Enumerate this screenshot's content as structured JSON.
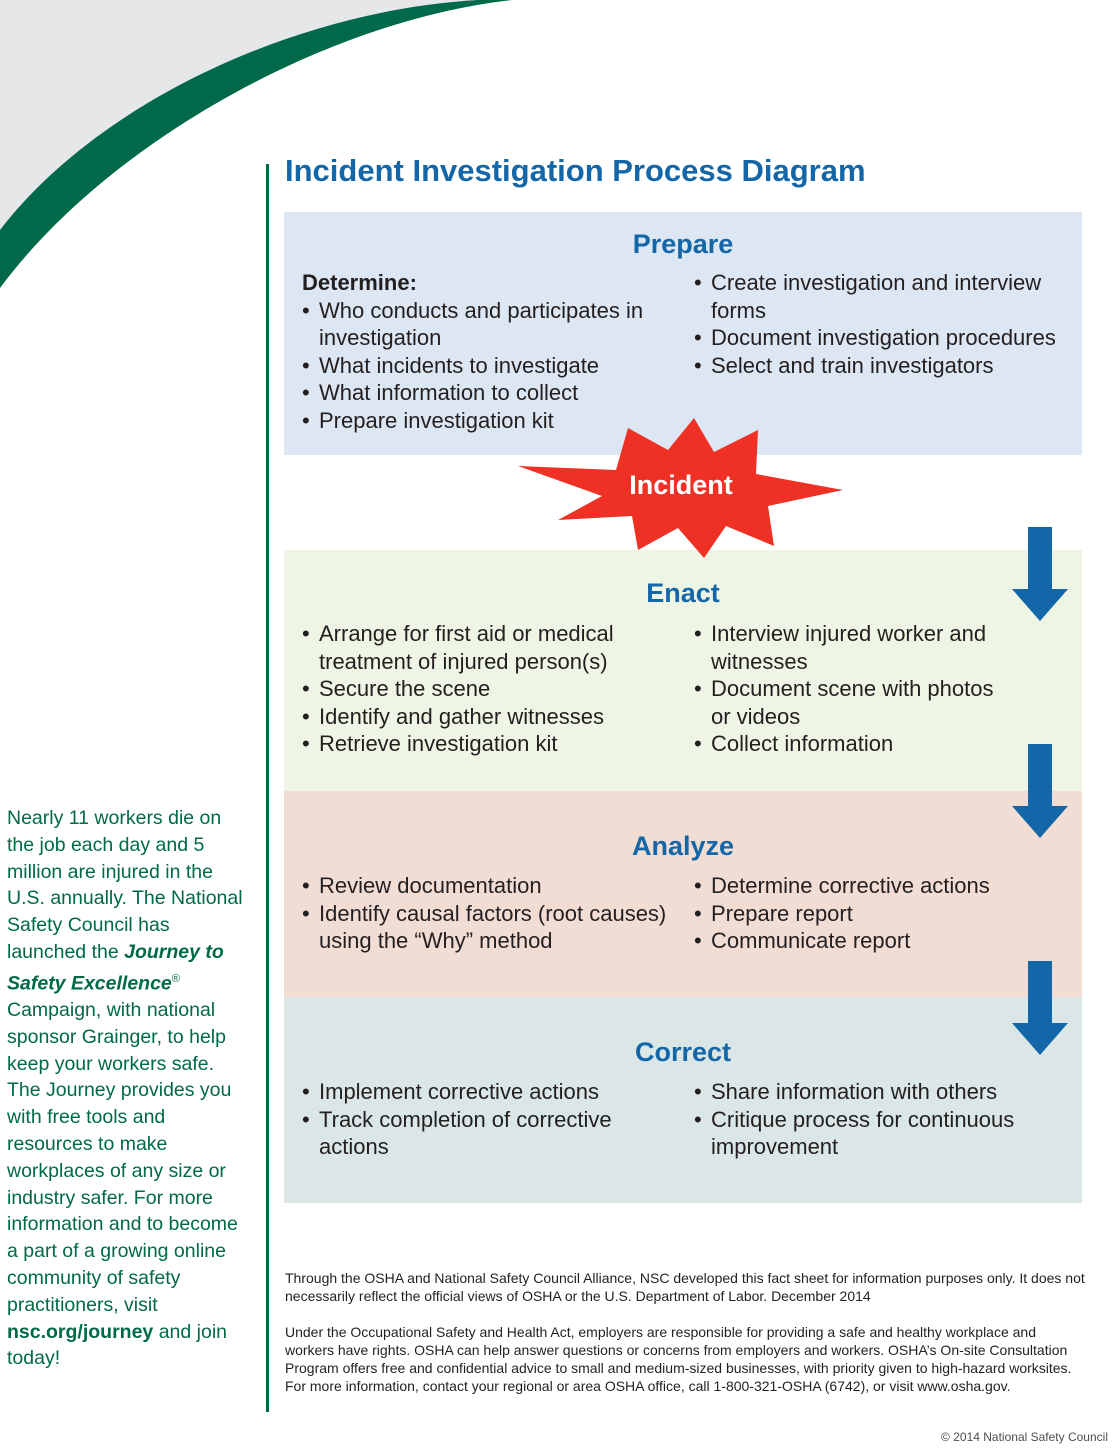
{
  "title": "Incident Investigation Process Diagram",
  "colors": {
    "blue": "#1367a8",
    "green": "#00694a",
    "gray": "#e6e7e8",
    "prepare_bg": "#dde6f3",
    "enact_bg": "#eff5e4",
    "analyze_bg": "#f2ddd5",
    "correct_bg": "#dae7e6",
    "incident_red": "#ee3124"
  },
  "prepare": {
    "title": "Prepare",
    "determine_label": "Determine:",
    "left": [
      "Who conducts and participates in investigation",
      "What incidents to investigate",
      "What information to collect",
      "Prepare investigation kit"
    ],
    "right": [
      "Create investigation and interview forms",
      "Document investigation procedures",
      "Select and train investigators"
    ]
  },
  "incident": {
    "label": "Incident"
  },
  "enact": {
    "title": "Enact",
    "left": [
      "Arrange for first aid or medical treatment of injured person(s)",
      "Secure the scene",
      "Identify and gather witnesses",
      "Retrieve investigation kit"
    ],
    "right": [
      "Interview injured worker and witnesses",
      "Document scene with photos or videos",
      "Collect information"
    ]
  },
  "analyze": {
    "title": "Analyze",
    "left": [
      "Review documentation",
      "Identify causal factors (root causes) using the “Why” method"
    ],
    "right": [
      "Determine corrective actions",
      "Prepare report",
      "Communicate report"
    ]
  },
  "correct": {
    "title": "Correct",
    "left": [
      "Implement corrective actions",
      "Track completion of corrective actions"
    ],
    "right": [
      "Share information with others",
      "Critique process for continuous improvement"
    ]
  },
  "sidebar": {
    "text_1": "Nearly 11 workers die on the job each day and 5 million are injured in the U.S. annually. The National Safety Council has launched the ",
    "campaign": "Journey to Safety Excellence",
    "registered": "®",
    "text_2": " Campaign, with national sponsor Grainger, to help keep your workers safe. The Journey provides you with free tools and resources to make workplaces of any size or industry safer. For more information and to become a part of a growing online community of safety practitioners, visit ",
    "link": "nsc.org/journey",
    "text_3": " and join today!"
  },
  "footer": {
    "paragraph_1": "Through the OSHA and National Safety Council Alliance, NSC developed this fact sheet for information purposes only. It does not necessarily reflect the official views of OSHA or the U.S. Department of Labor. December 2014",
    "paragraph_2": "Under the Occupational Safety and Health Act, employers are responsible for providing a safe and healthy workplace and workers have rights. OSHA can help answer questions or concerns from employers and workers. OSHA’s On-site Consultation Program offers free and confidential advice to small and medium-sized businesses, with priority given to high-hazard worksites. For more information, contact your regional or area OSHA office, call 1-800-321-OSHA (6742), or visit www.osha.gov.",
    "copyright": "© 2014 National Safety Council"
  }
}
